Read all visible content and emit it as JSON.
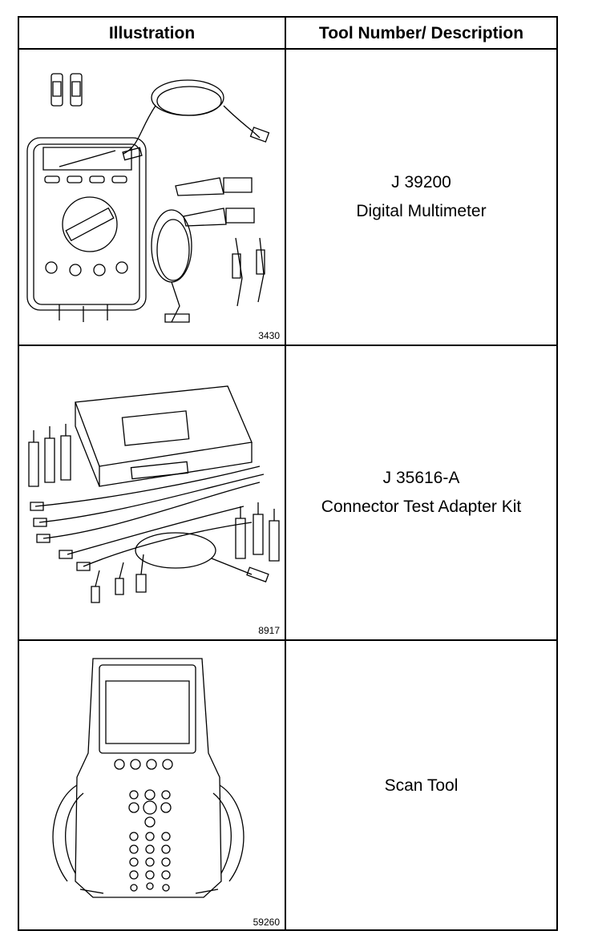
{
  "table": {
    "headers": {
      "illustration": "Illustration",
      "description": "Tool Number/ Description"
    },
    "rows": [
      {
        "figure_number": "3430",
        "tool_number": "J 39200",
        "description": "Digital Multimeter",
        "icon": "digital-multimeter-illustration"
      },
      {
        "figure_number": "8917",
        "tool_number": "J 35616-A",
        "description": "Connector Test Adapter Kit",
        "icon": "connector-test-adapter-kit-illustration"
      },
      {
        "figure_number": "59260",
        "tool_number": "",
        "description": "Scan Tool",
        "icon": "scan-tool-illustration"
      }
    ]
  }
}
